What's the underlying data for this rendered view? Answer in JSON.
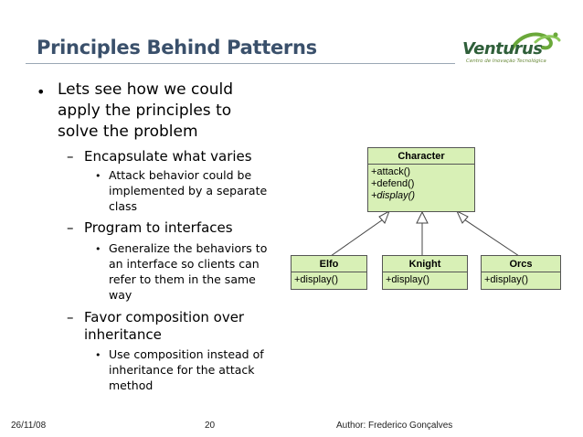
{
  "slide": {
    "title": "Principles Behind Patterns",
    "logo": {
      "name": "Venturus",
      "tagline": "Centro de Inovação Tecnológica"
    },
    "bullets": [
      {
        "lines": [
          "Lets see how we could",
          "apply the principles to",
          "solve the problem"
        ]
      },
      {
        "lines": [
          "Encapsulate what varies"
        ]
      },
      {
        "lines": [
          "Attack behavior could be",
          "implemented by a separate",
          "class"
        ]
      },
      {
        "lines": [
          "Program to interfaces"
        ]
      },
      {
        "lines": [
          "Generalize the behaviors to",
          "an interface so clients can",
          "refer to them in the same",
          "way"
        ]
      },
      {
        "lines": [
          "Favor composition over",
          "inheritance"
        ]
      },
      {
        "lines": [
          "Use composition instead of",
          "inheritance for the attack",
          "method"
        ]
      }
    ]
  },
  "diagram": {
    "parent": {
      "name": "Character",
      "ops": [
        "+attack()",
        "+defend()",
        "+display()"
      ]
    },
    "children": [
      {
        "name": "Elfo",
        "ops": [
          "+display()"
        ]
      },
      {
        "name": "Knight",
        "ops": [
          "+display()"
        ]
      },
      {
        "name": "Orcs",
        "ops": [
          "+display()"
        ]
      }
    ]
  },
  "footer": {
    "date": "26/11/08",
    "page": "20",
    "author": "Author: Frederico Gonçalves"
  },
  "colors": {
    "title": "#3a506b",
    "uml_fill": "#d8f0b6",
    "logo": "#2f5f3a"
  }
}
